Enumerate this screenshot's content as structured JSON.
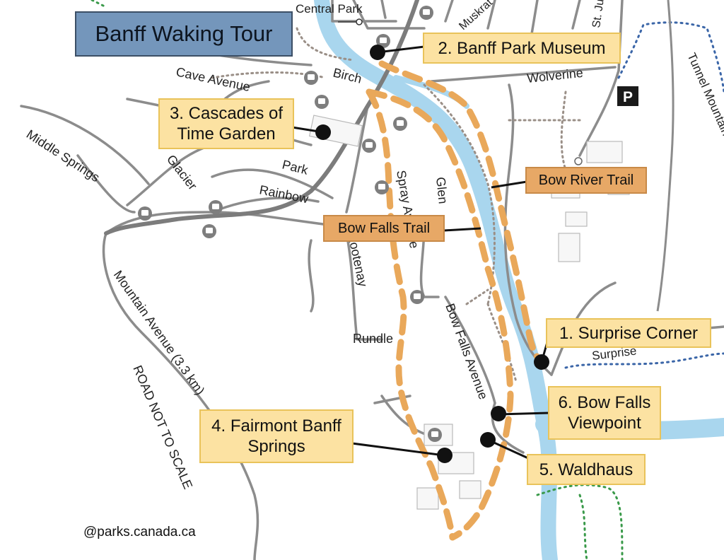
{
  "title": "Banff Waking Tour",
  "stops": [
    {
      "label": "1. Surprise Corner"
    },
    {
      "label": "2. Banff Park Museum"
    },
    {
      "label": "3. Cascades of Time Garden"
    },
    {
      "label": "4. Fairmont Banff Springs"
    },
    {
      "label": "5. Waldhaus"
    },
    {
      "label": "6. Bow Falls Viewpoint"
    }
  ],
  "trails": [
    "Bow River Trail",
    "Bow Falls Trail"
  ],
  "streets": {
    "central_park": "Central Park",
    "birch": "Birch",
    "cave_avenue": "Cave Avenue",
    "middle_springs": "Middle Springs",
    "glacier": "Glacier",
    "park": "Park",
    "rainbow": "Rainbow",
    "spray": "Spray Avenue",
    "glen": "Glen",
    "kootenay": "Kootenay",
    "rundle": "Rundle",
    "bow_falls_avenue": "Bow Falls Avenue",
    "mountain_avenue": "Mountain Avenue (3.3 km)",
    "wolverine": "Wolverine",
    "tunnel_mountain": "Tunnel Mountain",
    "surprise": "Surprise",
    "muskrat": "Muskrat",
    "st_julien": "St. Julien"
  },
  "road_note": "ROAD NOT TO SCALE",
  "parking": "P",
  "credit": "@parks.canada.ca",
  "colors": {
    "river": "#a9d6ee",
    "road": "#8c8c8c",
    "route": "#e9a85a",
    "title_bg": "#7496bb",
    "stop_bg": "#fce2a2",
    "trail_bg": "#e7a866"
  }
}
